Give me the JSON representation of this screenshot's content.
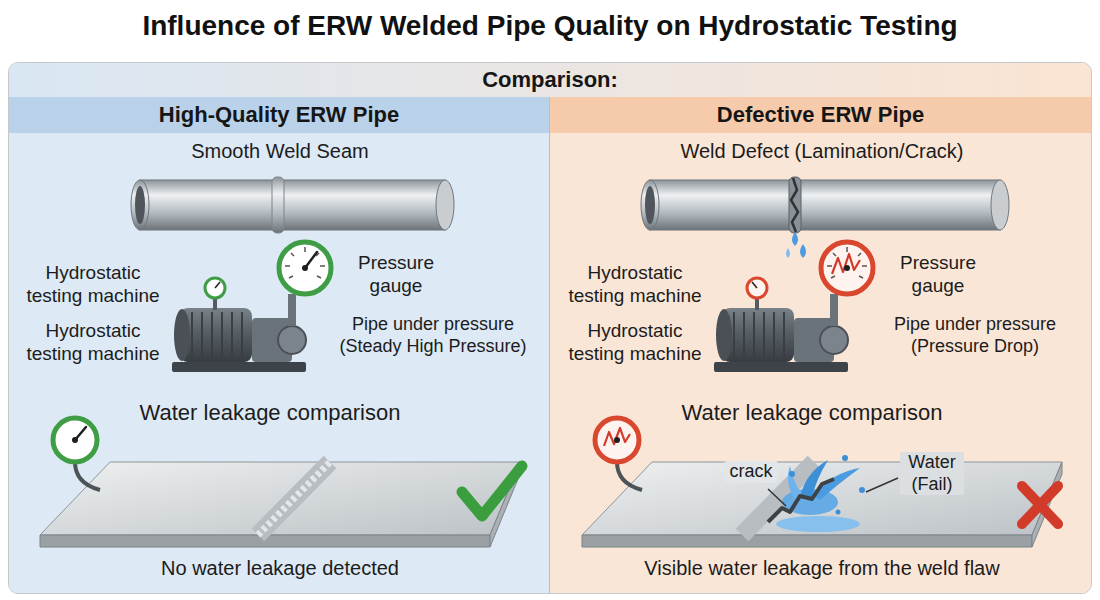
{
  "diagram": {
    "title": "Influence of ERW Welded Pipe Quality on Hydrostatic Testing",
    "nodes": [
      {
        "text": [
          "Comparison:"
        ]
      },
      {
        "text": [
          "High-Quality ERW Pipe"
        ],
        "in": 0
      },
      {
        "text": [
          "Defective ERW Pipe"
        ],
        "in": 0
      }
    ],
    "labels": [
      "Smooth Weld Seam",
      "Hydrostatic testing machine",
      "Hydrostatic testing machine",
      "Pressure gauge",
      "Pipe under pressure (Steady High Pressure)",
      "Water leakage comparison",
      "No water leakage detected",
      "Weld Defect (Lamination/Crack)",
      "Hydrostatic testing machine",
      "Hydrostatic testing machine",
      "Pressure gauge",
      "Pipe under pressure (Pressure Drop)",
      "Water leakage comparison",
      "crack",
      "Water (Fail)",
      "Visible water leakage from the weld flaw"
    ]
  }
}
